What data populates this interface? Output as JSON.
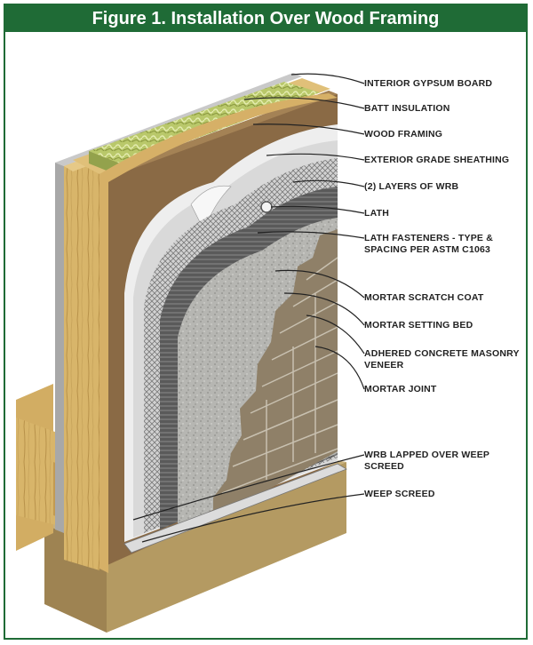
{
  "figure": {
    "title": "Figure 1.  Installation Over Wood Framing"
  },
  "callouts": [
    {
      "id": "gypsum",
      "lines": [
        "INTERIOR GYPSUM BOARD"
      ]
    },
    {
      "id": "batt",
      "lines": [
        "BATT INSULATION"
      ]
    },
    {
      "id": "framing",
      "lines": [
        "WOOD FRAMING"
      ]
    },
    {
      "id": "sheathing",
      "lines": [
        "EXTERIOR GRADE SHEATHING"
      ]
    },
    {
      "id": "wrb",
      "lines": [
        "(2) LAYERS OF WRB"
      ]
    },
    {
      "id": "lath",
      "lines": [
        "LATH"
      ]
    },
    {
      "id": "fasteners",
      "lines": [
        "LATH FASTENERS - TYPE &",
        "SPACING PER ASTM C1063"
      ]
    },
    {
      "id": "scratch",
      "lines": [
        "MORTAR SCRATCH COAT"
      ]
    },
    {
      "id": "setting",
      "lines": [
        "MORTAR SETTING BED"
      ]
    },
    {
      "id": "veneer",
      "lines": [
        "ADHERED CONCRETE MASONRY",
        "VENEER"
      ]
    },
    {
      "id": "joint",
      "lines": [
        "MORTAR JOINT"
      ]
    },
    {
      "id": "wrb-lap",
      "lines": [
        "WRB LAPPED OVER WEEP",
        "SCREED"
      ]
    },
    {
      "id": "weep",
      "lines": [
        "WEEP SCREED"
      ]
    }
  ],
  "colors": {
    "title_bar": "#1f6b36",
    "wood": "#d8b56a",
    "insulation": "#b9c86a",
    "sheathing": "#8a6a45",
    "mortar": "#b8b8b8",
    "stone": "#8f8068",
    "foundation": "#b49a62"
  }
}
